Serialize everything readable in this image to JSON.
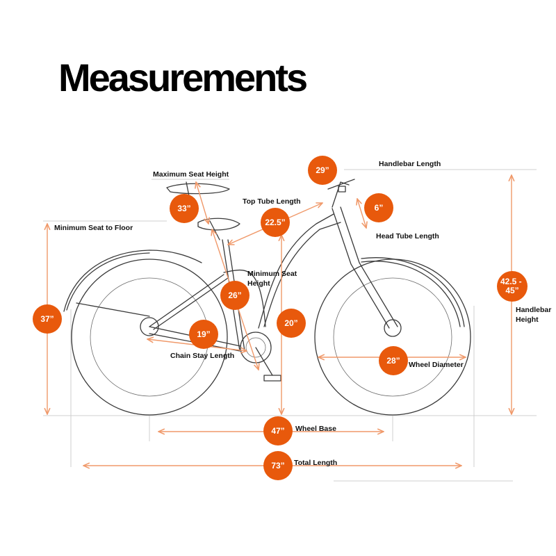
{
  "title": "Measurements",
  "accent_color": "#E8590C",
  "arrow_color": "#F0996A",
  "measurements": [
    {
      "id": "max-seat-height",
      "value": "33”",
      "label": "Maximum Seat Height"
    },
    {
      "id": "top-tube-length",
      "value": "22.5”",
      "label": "Top Tube Length"
    },
    {
      "id": "handlebar-length",
      "value": "29”",
      "label": "Handlebar Length"
    },
    {
      "id": "head-tube-length",
      "value": "6”",
      "label": "Head Tube Length"
    },
    {
      "id": "min-seat-to-floor",
      "value": "37”",
      "label": "Minimum Seat to Floor"
    },
    {
      "id": "min-seat-height",
      "value": "26”",
      "label": "Minimum Seat Height"
    },
    {
      "id": "chain-stay-length",
      "value": "19”",
      "label": "Chain Stay Length"
    },
    {
      "id": "standover",
      "value": "20”",
      "label": ""
    },
    {
      "id": "handlebar-height",
      "value": "42.5 - 45”",
      "label": "Handlebar Height"
    },
    {
      "id": "wheel-diameter",
      "value": "28”",
      "label": "Wheel Diameter"
    },
    {
      "id": "wheel-base",
      "value": "47”",
      "label": "Wheel Base"
    },
    {
      "id": "total-length",
      "value": "73”",
      "label": "Total Length"
    }
  ]
}
